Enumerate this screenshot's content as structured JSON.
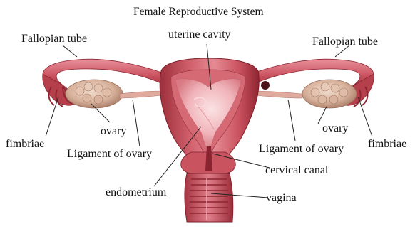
{
  "diagram": {
    "title": "Female Reproductive System",
    "labels": {
      "fallopian_tube_left": "Fallopian tube",
      "fallopian_tube_right": "Fallopian tube",
      "uterine_cavity": "uterine  cavity",
      "fimbriae_left": "fimbriae",
      "fimbriae_right": "fimbriae",
      "ovary_left": "ovary",
      "ovary_right": "ovary",
      "ligament_of_ovary_left": "Ligament of ovary",
      "ligament_of_ovary_right": "Ligament of ovary",
      "cervical_canal": "cervical canal",
      "endometrium": "endometrium",
      "vagina": "vagina"
    },
    "colors": {
      "tissue": "#c94f5c",
      "tissue_dark": "#8e2531",
      "tissue_light": "#ec9aa3",
      "cavity": "#f4c2c6",
      "ovary": "#d9b7a4",
      "ovary_shadow": "#b28672",
      "leader_line": "#222222"
    }
  }
}
